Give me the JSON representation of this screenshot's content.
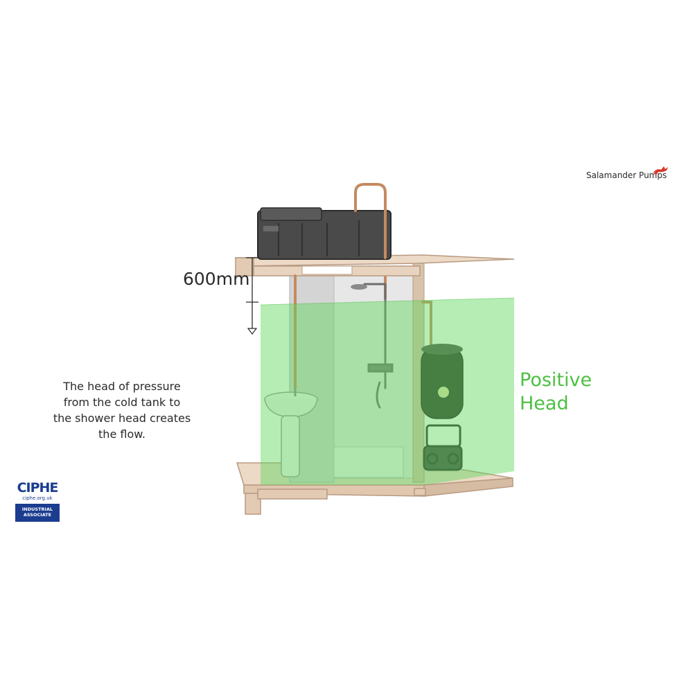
{
  "brand": {
    "name": "Salamander Pumps",
    "accent_color": "#d8372a"
  },
  "measurement": {
    "label": "600mm"
  },
  "positive_head": {
    "line1": "Positive",
    "line2": "Head",
    "color": "#4cc042"
  },
  "caption": {
    "line1": "The head of pressure",
    "line2": "from the cold tank to",
    "line3": "the shower head creates",
    "line4": "the flow."
  },
  "ciphe": {
    "name": "CIPHE",
    "url": "ciphe.org.uk",
    "band_line1": "INDUSTRIAL",
    "band_line2": "ASSOCIATE",
    "color": "#1b3c8f"
  },
  "icons": {
    "brand": "salamander-icon",
    "arrow": "down-arrow-icon"
  }
}
